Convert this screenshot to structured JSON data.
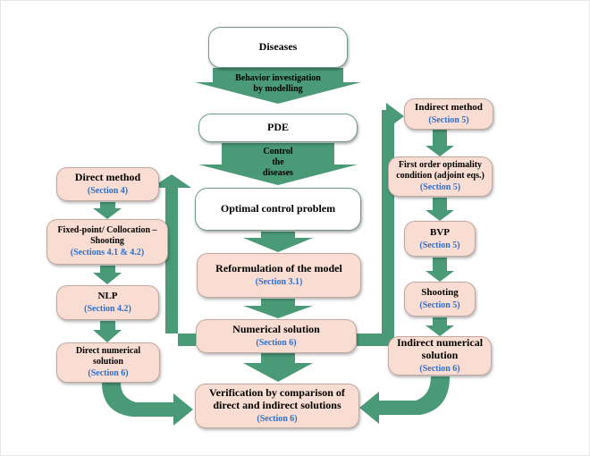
{
  "colors": {
    "arrow": "#4a9a78",
    "box_fill": "#f9ddd3",
    "section": "#2f6fc7"
  },
  "center": {
    "diseases": "Diseases",
    "behavior_line1": "Behavior investigation",
    "behavior_line2": "by modelling",
    "pde": "PDE",
    "control_line1": "Control",
    "control_line2": "the",
    "control_line3": "diseases",
    "optimal_control": "Optimal control problem",
    "reformulation": "Reformulation of the model",
    "reformulation_sec": "(Section 3.1)",
    "numerical": "Numerical solution",
    "numerical_sec": "(Section 6)",
    "verification_line1": "Verification by comparison of",
    "verification_line2": "direct and indirect solutions",
    "verification_sec": "(Section 6)"
  },
  "left": {
    "direct_method": "Direct method",
    "direct_method_sec": "(Section 4)",
    "fixed_line1": "Fixed-point/ Collocation –",
    "fixed_line2": "Shooting",
    "fixed_sec": "(Sections 4.1 & 4.2)",
    "nlp": "NLP",
    "nlp_sec": "(Section 4.2)",
    "dns_line1": "Direct numerical",
    "dns_line2": "solution",
    "dns_sec": "(Section 6)"
  },
  "right": {
    "indirect_method": "Indirect method",
    "indirect_method_sec": "(Section 5)",
    "first_line1": "First order optimality",
    "first_line2": "condition (adjoint eqs.)",
    "first_sec": "(Section 5)",
    "bvp": "BVP",
    "bvp_sec": "(Section 5)",
    "shooting": "Shooting",
    "shooting_sec": "(Section 5)",
    "ins_line1": "Indirect numerical",
    "ins_line2": "solution",
    "ins_sec": "(Section 6)"
  }
}
